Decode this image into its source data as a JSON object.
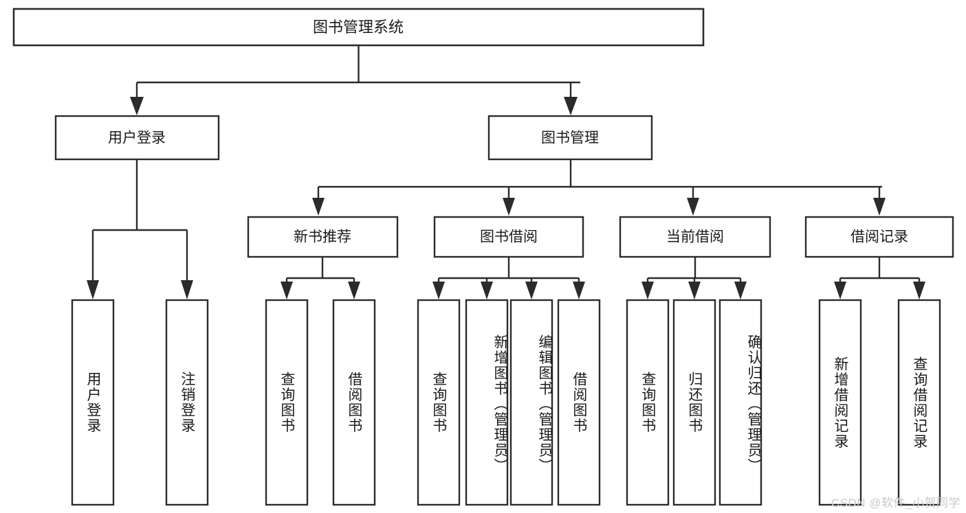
{
  "diagram": {
    "type": "tree-hierarchy",
    "title": "图书管理系统",
    "orientation": "top-down",
    "watermark": "CSDN @软件_小贺同学",
    "colors": {
      "stroke": "#2b2b2b",
      "fill": "#ffffff",
      "text": "#1a1a1a",
      "watermark": "#c9c9c9"
    },
    "root": {
      "label": "图书管理系统"
    },
    "level2": [
      {
        "id": "user-login",
        "label": "用户登录"
      },
      {
        "id": "book-management",
        "label": "图书管理"
      }
    ],
    "level3": [
      {
        "id": "new-book-recommend",
        "label": "新书推荐",
        "parent": "book-management"
      },
      {
        "id": "book-borrow",
        "label": "图书借阅",
        "parent": "book-management"
      },
      {
        "id": "current-borrow",
        "label": "当前借阅",
        "parent": "book-management"
      },
      {
        "id": "borrow-record",
        "label": "借阅记录",
        "parent": "book-management"
      }
    ],
    "leaves": [
      {
        "id": "leaf-user-login",
        "label": "用户登录",
        "parent": "user-login"
      },
      {
        "id": "leaf-logout-login",
        "label": "注销登录",
        "parent": "user-login"
      },
      {
        "id": "leaf-query-book-1",
        "label": "查询图书",
        "parent": "new-book-recommend"
      },
      {
        "id": "leaf-borrow-book-1",
        "label": "借阅图书",
        "parent": "new-book-recommend"
      },
      {
        "id": "leaf-query-book-2",
        "label": "查询图书",
        "parent": "book-borrow"
      },
      {
        "id": "leaf-add-book",
        "label": "新增图书（管理员）",
        "parent": "book-borrow"
      },
      {
        "id": "leaf-edit-book",
        "label": "编辑图书（管理员）",
        "parent": "book-borrow"
      },
      {
        "id": "leaf-borrow-book-2",
        "label": "借阅图书",
        "parent": "book-borrow"
      },
      {
        "id": "leaf-query-book-3",
        "label": "查询图书",
        "parent": "current-borrow"
      },
      {
        "id": "leaf-return-book",
        "label": "归还图书",
        "parent": "current-borrow"
      },
      {
        "id": "leaf-confirm-return",
        "label": "确认归还（管理员）",
        "parent": "current-borrow"
      },
      {
        "id": "leaf-add-record",
        "label": "新增借阅记录",
        "parent": "borrow-record"
      },
      {
        "id": "leaf-query-record",
        "label": "查询借阅记录",
        "parent": "borrow-record"
      }
    ]
  }
}
